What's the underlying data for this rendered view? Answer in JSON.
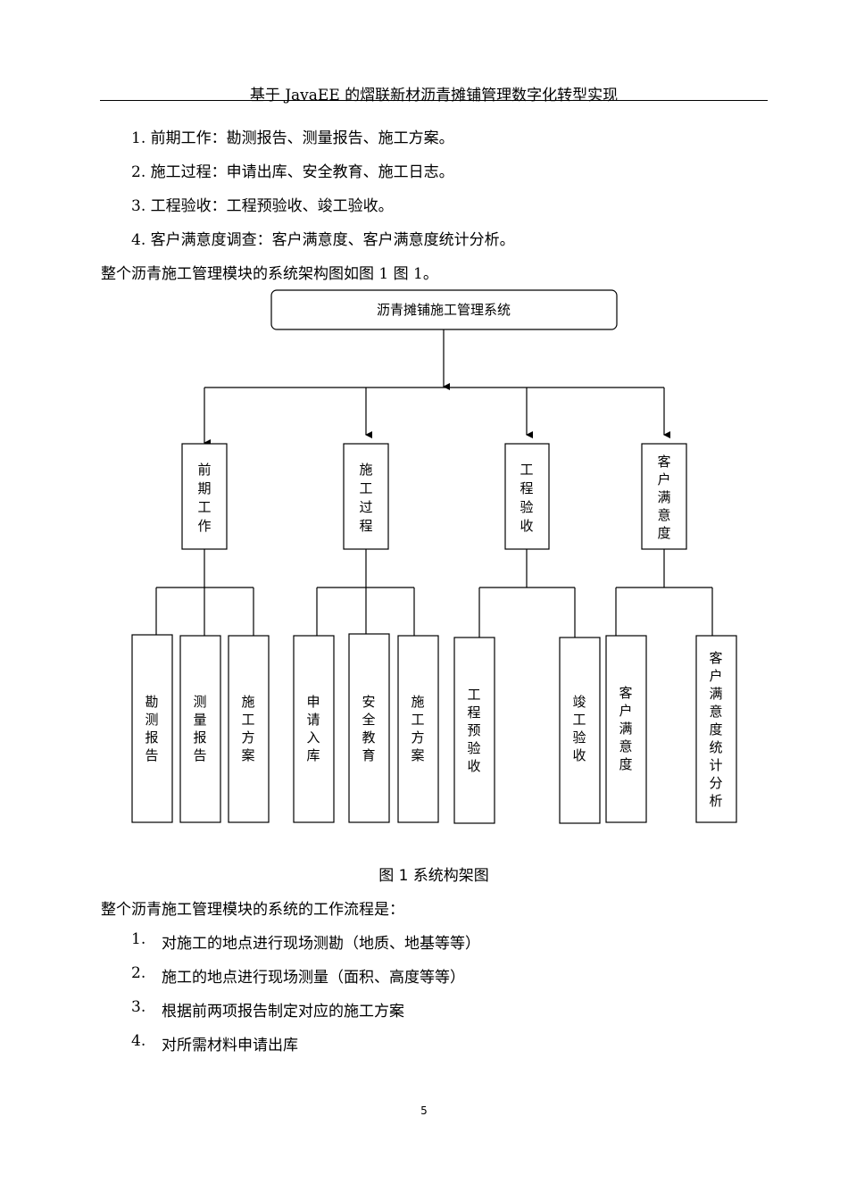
{
  "header": {
    "title": "基于 JavaEE 的熠联新材沥青摊铺管理数字化转型实现"
  },
  "intro_items": [
    "1. 前期工作：勘测报告、测量报告、施工方案。",
    "2. 施工过程：申请出库、安全教育、施工日志。",
    "3. 工程验收：工程预验收、竣工验收。",
    "4. 客户满意度调查：客户满意度、客户满意度统计分析。"
  ],
  "figure_intro": "整个沥青施工管理模块的系统架构图如图 1 图 1。",
  "diagram": {
    "root": "沥青摊铺施工管理系统",
    "groups": [
      {
        "label": "前期工作",
        "children": [
          "勘测报告",
          "测量报告",
          "施工方案"
        ]
      },
      {
        "label": "施工过程",
        "children": [
          "申请入库",
          "安全教育",
          "施工方案"
        ]
      },
      {
        "label": "工程验收",
        "children": [
          "工程预验收",
          "竣工验收"
        ]
      },
      {
        "label": "客户满意度",
        "children": [
          "客户满意度",
          "客户满意度统计分析"
        ]
      }
    ]
  },
  "figure_caption": "图 1  系统构架图",
  "workflow_intro": "整个沥青施工管理模块的系统的工作流程是：",
  "workflow_steps": [
    {
      "num": "1.",
      "text": "对施工的地点进行现场测勘（地质、地基等等）"
    },
    {
      "num": "2.",
      "text": "施工的地点进行现场测量（面积、高度等等）"
    },
    {
      "num": "3.",
      "text": "根据前两项报告制定对应的施工方案"
    },
    {
      "num": "4.",
      "text": "对所需材料申请出库"
    }
  ],
  "page_number": "5"
}
